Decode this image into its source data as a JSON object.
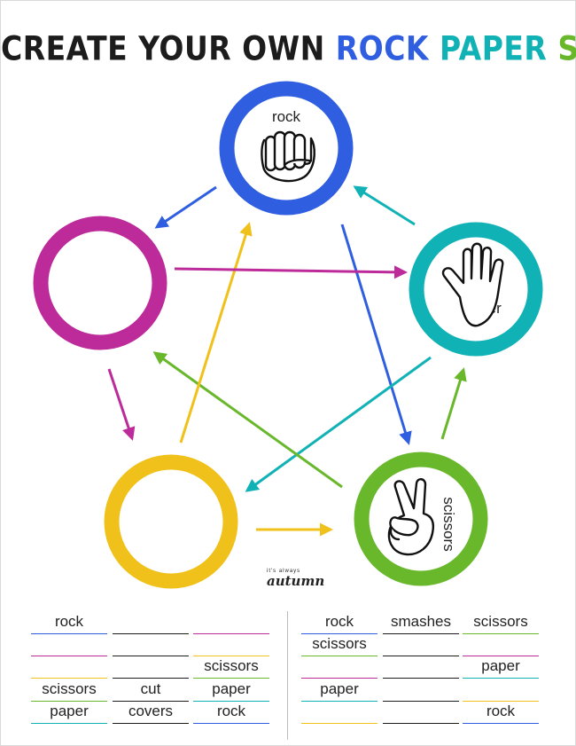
{
  "title": {
    "part1": "CREATE YOUR OWN ",
    "rock": "ROCK",
    "paper": "PAPER",
    "scissors": "SCISSORS"
  },
  "colors": {
    "blue": "#2f5fe0",
    "teal": "#10b2b6",
    "green": "#69b82c",
    "yellow": "#f0c11a",
    "magenta": "#bd2a9a",
    "title_black": "#1c1c1c"
  },
  "rings": {
    "rock": {
      "label": "rock",
      "icon": "fist-icon",
      "color": "blue"
    },
    "paper": {
      "label": "paper",
      "icon": "open-hand-icon",
      "color": "teal"
    },
    "scissors": {
      "label": "scissors",
      "icon": "peace-hand-icon",
      "color": "green"
    },
    "yellow": {
      "label": "",
      "color": "yellow"
    },
    "magenta": {
      "label": "",
      "color": "magenta"
    }
  },
  "logo": {
    "small": "it's always",
    "big": "autumn"
  },
  "worksheet": {
    "left": [
      [
        {
          "text": "rock",
          "color": "blue"
        },
        {
          "text": "",
          "color": "title_black"
        },
        {
          "text": "",
          "color": "magenta"
        }
      ],
      [
        {
          "text": "",
          "color": "magenta"
        },
        {
          "text": "",
          "color": "title_black"
        },
        {
          "text": "",
          "color": "yellow"
        }
      ],
      [
        {
          "text": "",
          "color": "yellow"
        },
        {
          "text": "",
          "color": "title_black"
        },
        {
          "text": "scissors",
          "color": "green"
        }
      ],
      [
        {
          "text": "scissors",
          "color": "green"
        },
        {
          "text": "cut",
          "color": "title_black"
        },
        {
          "text": "paper",
          "color": "teal"
        }
      ],
      [
        {
          "text": "paper",
          "color": "teal"
        },
        {
          "text": "covers",
          "color": "title_black"
        },
        {
          "text": "rock",
          "color": "blue"
        }
      ]
    ],
    "right": [
      [
        {
          "text": "rock",
          "color": "blue"
        },
        {
          "text": "smashes",
          "color": "title_black"
        },
        {
          "text": "scissors",
          "color": "green"
        }
      ],
      [
        {
          "text": "scissors",
          "color": "green"
        },
        {
          "text": "",
          "color": "title_black"
        },
        {
          "text": "",
          "color": "magenta"
        }
      ],
      [
        {
          "text": "",
          "color": "magenta"
        },
        {
          "text": "",
          "color": "title_black"
        },
        {
          "text": "paper",
          "color": "teal"
        }
      ],
      [
        {
          "text": "paper",
          "color": "teal"
        },
        {
          "text": "",
          "color": "title_black"
        },
        {
          "text": "",
          "color": "yellow"
        }
      ],
      [
        {
          "text": "",
          "color": "yellow"
        },
        {
          "text": "",
          "color": "title_black"
        },
        {
          "text": "rock",
          "color": "blue"
        }
      ]
    ]
  }
}
